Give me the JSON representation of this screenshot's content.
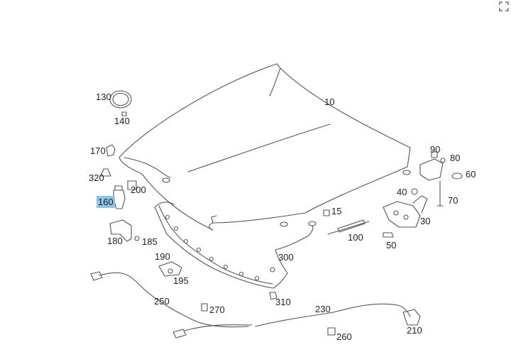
{
  "parts": [
    {
      "id": "p10",
      "label": "10"
    },
    {
      "id": "p15",
      "label": "15"
    },
    {
      "id": "p30",
      "label": "30"
    },
    {
      "id": "p40",
      "label": "40"
    },
    {
      "id": "p50",
      "label": "50"
    },
    {
      "id": "p60",
      "label": "60"
    },
    {
      "id": "p70",
      "label": "70"
    },
    {
      "id": "p80",
      "label": "80"
    },
    {
      "id": "p90",
      "label": "90"
    },
    {
      "id": "p100",
      "label": "100"
    },
    {
      "id": "p130",
      "label": "130"
    },
    {
      "id": "p140",
      "label": "140"
    },
    {
      "id": "p160",
      "label": "160",
      "highlighted": true
    },
    {
      "id": "p170",
      "label": "170"
    },
    {
      "id": "p180",
      "label": "180"
    },
    {
      "id": "p185",
      "label": "185"
    },
    {
      "id": "p190",
      "label": "190"
    },
    {
      "id": "p195",
      "label": "195"
    },
    {
      "id": "p200",
      "label": "200"
    },
    {
      "id": "p210",
      "label": "210"
    },
    {
      "id": "p230",
      "label": "230"
    },
    {
      "id": "p250",
      "label": "250"
    },
    {
      "id": "p260",
      "label": "260"
    },
    {
      "id": "p270",
      "label": "270"
    },
    {
      "id": "p300",
      "label": "300"
    },
    {
      "id": "p310",
      "label": "310"
    },
    {
      "id": "p320",
      "label": "320"
    }
  ],
  "colors": {
    "line": "#555555",
    "highlight": "#8fc3ea",
    "text": "#222222"
  },
  "icons": {
    "corner": "maximize-icon"
  }
}
